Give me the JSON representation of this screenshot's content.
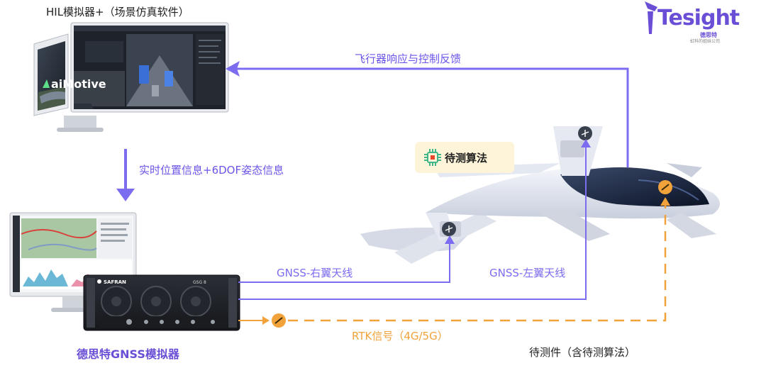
{
  "labels": {
    "hil_title": "HIL模拟器+（场景仿真软件）",
    "feedback": "飞行器响应与控制反馈",
    "position_info": "实时位置信息+6DOF姿态信息",
    "algorithm": "待测算法",
    "gnss_right": "GNSS-右翼天线",
    "gnss_left": "GNSS-左翼天线",
    "rtk": "RTK信号（4G/5G）",
    "gnss_simulator": "德思特GNSS模拟器",
    "dut": "待测件（含待测算法）"
  },
  "brand": {
    "wordmark": "Tesight",
    "cn_name": "德思特",
    "tagline": "虹科的姐妹公司"
  },
  "screens": {
    "simulator_logo": "aiMotive",
    "device_brand": "SAFRAN",
    "device_model": "GSG 8"
  },
  "colors": {
    "purple": "#7b6cf0",
    "orange": "#f2a23a",
    "brand": "#6a4fd6",
    "algo_box": "#fdf4d9"
  }
}
